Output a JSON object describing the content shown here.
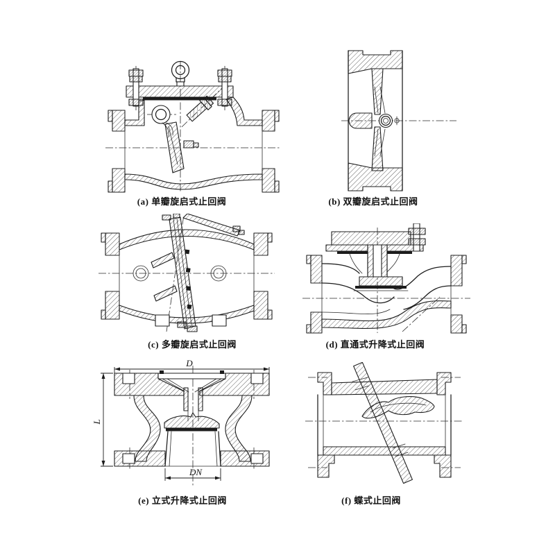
{
  "page": {
    "background": "#ffffff",
    "ink": "#1c1c1c"
  },
  "figures": [
    {
      "caption": "(a) 单瓣旋启式止回阀"
    },
    {
      "caption": "(b) 双瓣旋启式止回阀"
    },
    {
      "caption": "(c) 多瓣旋启式止回阀"
    },
    {
      "caption": "(d) 直通式升降式止回阀"
    },
    {
      "caption": "(e) 立式升降式止回阀"
    },
    {
      "caption": "(f) 蝶式止回阀"
    }
  ],
  "dimension_labels": {
    "outer_diameter": "D",
    "height": "L",
    "nominal_diameter": "DN"
  }
}
